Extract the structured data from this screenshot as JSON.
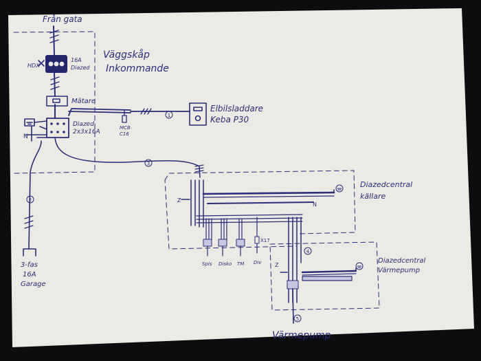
{
  "labels": {
    "from_street": "Från gata",
    "wall_cabinet_1": "Väggskåp",
    "wall_cabinet_2": "Inkommande",
    "hdx": "HDX",
    "fuse_main_1": "16A",
    "fuse_main_2": "Diazed",
    "meter": "Mätare",
    "diazed_panel_1": "Diazed",
    "diazed_panel_2": "2x3x16A",
    "mcb_1": "MCB",
    "mcb_2": "C16",
    "ev_charger_1": "Elbilsladdare",
    "ev_charger_2": "Keba P30",
    "garage_1": "3-fas",
    "garage_2": "16A",
    "garage_3": "Garage",
    "cellar_central_1": "Diazedcentral",
    "cellar_central_2": "källare",
    "hp_central_1": "Diazedcentral",
    "hp_central_2": "Värmepump",
    "heat_pump": "Värmepump",
    "neutral_n": "N",
    "z_marker": "Z",
    "x17": "X17",
    "group_spis": "Spis",
    "group_disko": "Disko",
    "group_tm": "TM",
    "group_div": "Div"
  },
  "circle_numbers": {
    "ev_line": "1",
    "garage_line": "2",
    "cellar_line": "3",
    "hp_line": "4",
    "hp_out": "5"
  },
  "colors": {
    "ink": "#2a2d7a",
    "paper": "#eceae4",
    "background": "#0d0d0f"
  }
}
